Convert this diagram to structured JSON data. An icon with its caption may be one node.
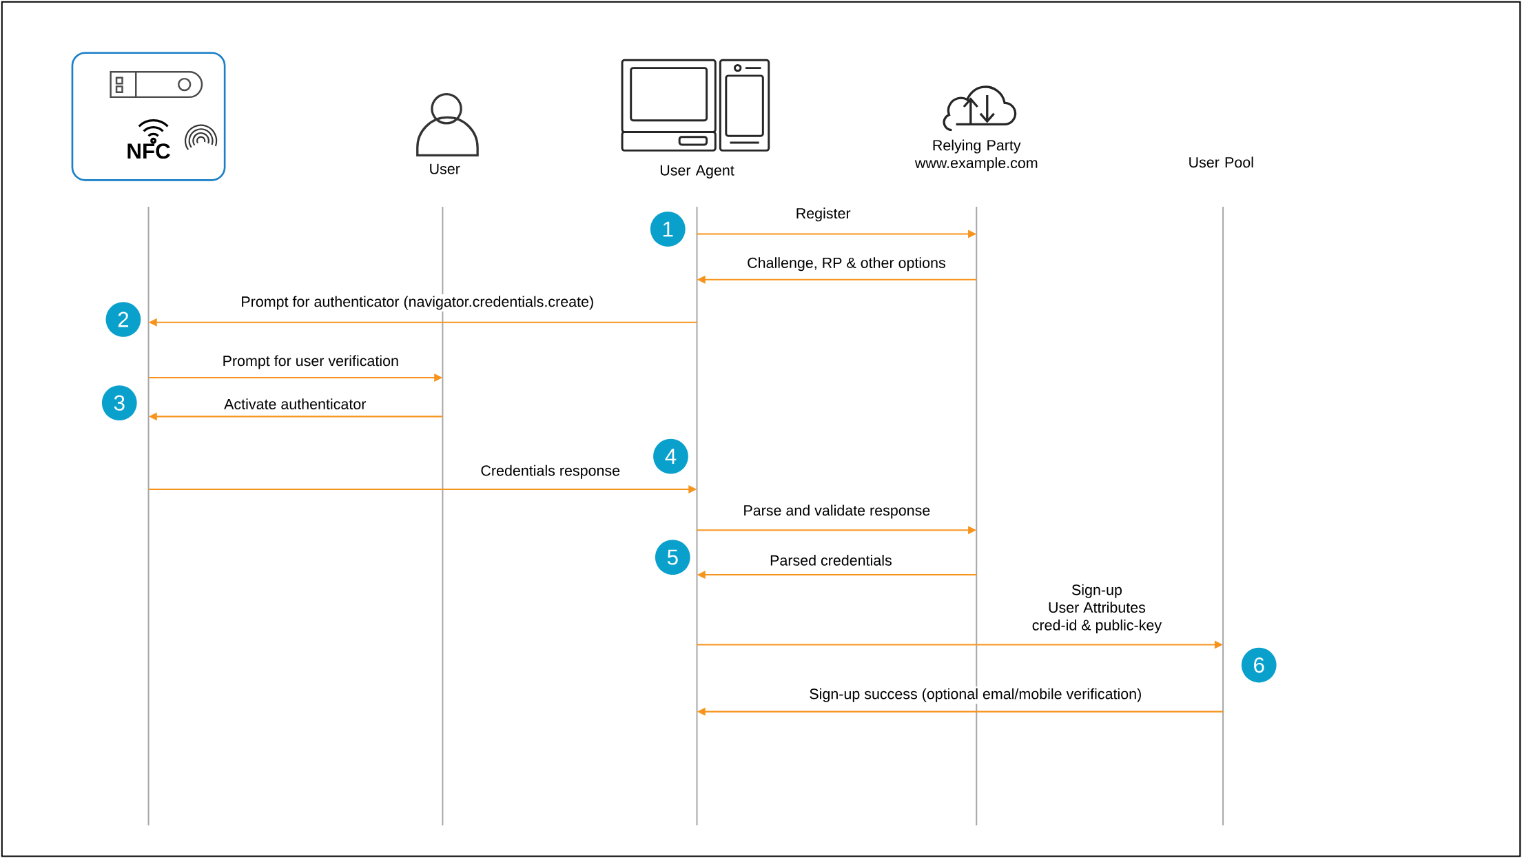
{
  "diagram": {
    "nodes": [
      {
        "text": [
          "NFC"
        ]
      },
      {
        "text": [
          "User"
        ]
      },
      {
        "text": [
          "User Agent"
        ]
      },
      {
        "text": [
          "Relying Party www.example.com"
        ]
      },
      {
        "text": [
          "User Pool"
        ]
      },
      {
        "text": [],
        "shape": "bar"
      },
      {
        "text": [],
        "shape": "bar"
      },
      {
        "text": [],
        "shape": "bar"
      },
      {
        "text": [],
        "shape": "bar"
      },
      {
        "text": [],
        "shape": "bar"
      },
      {
        "text": [
          "1"
        ]
      },
      {
        "text": [
          "2"
        ]
      },
      {
        "text": [
          "3"
        ]
      },
      {
        "text": [
          "4"
        ]
      },
      {
        "text": [
          "5"
        ]
      },
      {
        "text": [
          "6"
        ]
      }
    ],
    "edges": [
      {
        "from": 7,
        "to": 8,
        "arrow": "to",
        "label": "Register"
      },
      {
        "from": 8,
        "to": 7,
        "arrow": "to",
        "label": "Challenge, RP & other options"
      },
      {
        "from": 7,
        "to": 5,
        "arrow": "to",
        "label": "Prompt for authenticator (navigator.credentials.create)"
      },
      {
        "from": 5,
        "to": 6,
        "arrow": "to",
        "label": "Prompt for user verification"
      },
      {
        "from": 6,
        "to": 5,
        "arrow": "to",
        "label": "Activate authenticator"
      },
      {
        "from": 5,
        "to": 7,
        "arrow": "to",
        "label": "Credentials response"
      },
      {
        "from": 7,
        "to": 8,
        "arrow": "to",
        "label": "Parse and validate response"
      },
      {
        "from": 8,
        "to": 7,
        "arrow": "to",
        "label": "Parsed credentials"
      },
      {
        "from": 7,
        "to": 9,
        "arrow": "to",
        "label": "Sign-up User Attributes cred-id & public-key"
      },
      {
        "from": 9,
        "to": 7,
        "arrow": "to",
        "label": "Sign-up success (optional emal/mobile verification)"
      }
    ]
  }
}
